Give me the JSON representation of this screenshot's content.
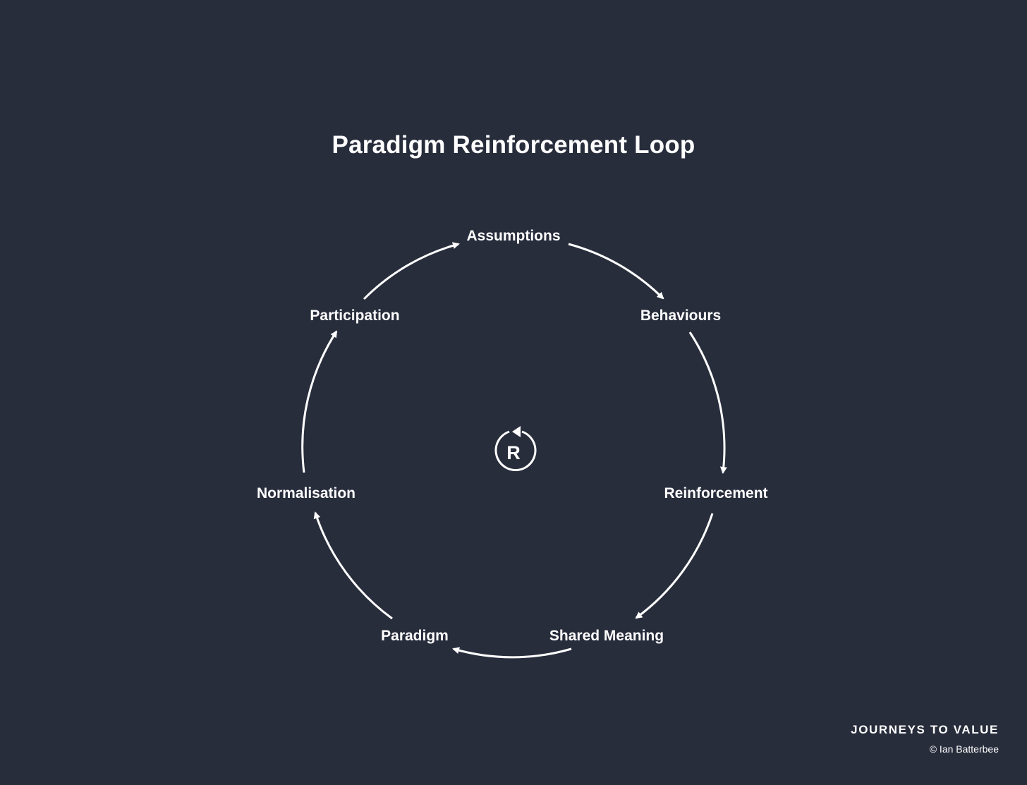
{
  "title": "Paradigm Reinforcement Loop",
  "center_label": "R",
  "nodes": [
    "Assumptions",
    "Behaviours",
    "Reinforcement",
    "Shared Meaning",
    "Paradigm",
    "Normalisation",
    "Participation"
  ],
  "footer": {
    "brand": "JOURNEYS TO VALUE",
    "copyright": "© Ian Batterbee"
  },
  "colors": {
    "background": "#282d3c",
    "foreground": "#ffffff"
  }
}
